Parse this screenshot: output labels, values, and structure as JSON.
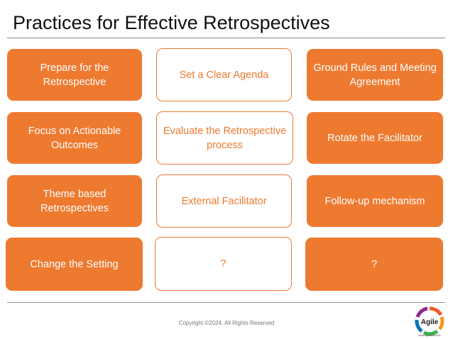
{
  "slide": {
    "title": "Practices for Effective Retrospectives",
    "copyright": "Copyright ©2024, All Rights Reserved"
  },
  "cards": {
    "prepare": "Prepare for the Retrospective",
    "agenda": "Set a Clear Agenda",
    "ground_rules": "Ground Rules and Meeting Agreement",
    "actionable": "Focus on Actionable Outcomes",
    "evaluate": "Evaluate the Retrospective process",
    "rotate": "Rotate the Facilitator",
    "theme": "Theme based Retrospectives",
    "external": "External Facilitator",
    "followup": "Follow-up mechanism",
    "setting": "Change the Setting",
    "unknown_1": "?",
    "unknown_2": "?"
  },
  "logo": {
    "word": "Agile",
    "website": "www.agilewow.com"
  },
  "colors": {
    "accent": "#ee7a30",
    "title": "#111111"
  }
}
